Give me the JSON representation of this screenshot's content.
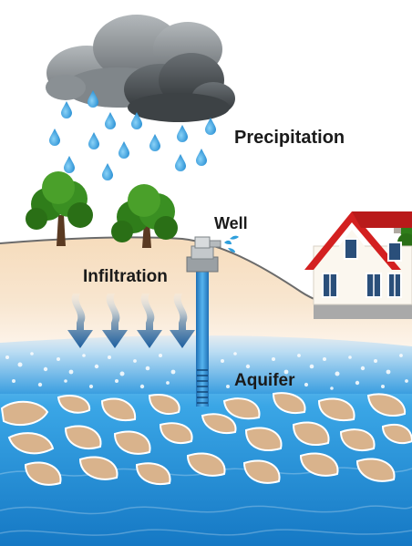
{
  "labels": {
    "precipitation": "Precipitation",
    "well": "Well",
    "infiltration": "Infiltration",
    "aquifer": "Aquifer"
  },
  "colors": {
    "sky": "#ffffff",
    "cloud_light": "#8c9296",
    "cloud_dark": "#4a4f53",
    "rain": "#2f9fdc",
    "soil": "#f3d9b8",
    "water": "#2a8fd4",
    "rock": "#d9b38c",
    "pipe": "#2f8fd0",
    "roof": "#d32020",
    "tree": "#2f7d1a"
  },
  "icons": {
    "cloud": "storm-cloud-icon",
    "rain": "raindrop-icon",
    "tree": "tree-icon",
    "house": "house-icon",
    "well": "well-pump-icon",
    "arrow": "down-arrow-icon"
  }
}
